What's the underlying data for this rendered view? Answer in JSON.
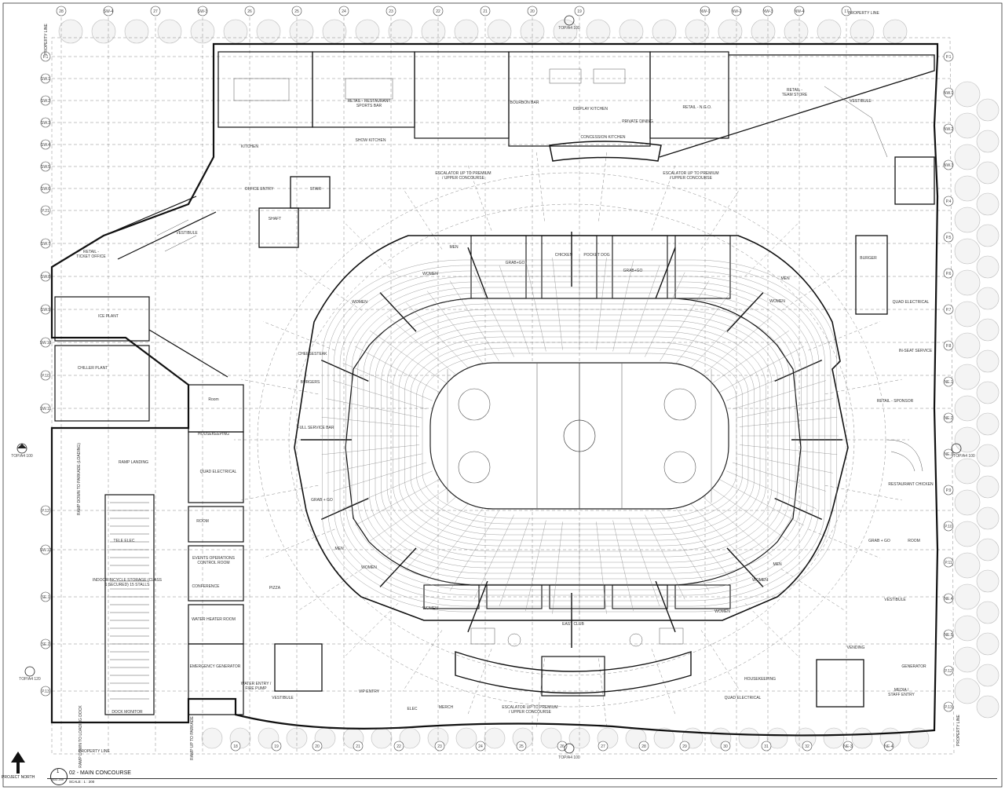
{
  "drawing": {
    "title": "02 - MAIN CONCOURSE",
    "sheet_ref": "1",
    "sheet_sub": "A02-200",
    "scale": "SCALE : 1 : 200",
    "north_label": "PROJECT NORTH",
    "property_line_top": "PROPERTY LINE",
    "property_line_bottom": "PROPERTY LINE",
    "property_line_left": "PROPERTY LINE",
    "property_line_right": "PROPERTY LINE"
  },
  "rooms": {
    "retail_restaurant": "RETAIL - RESTAURANT SPORTS BAR",
    "bourbon_bar": "BOURBON BAR",
    "display_kitchen": "DISPLAY KITCHEN",
    "private_dining": "PRIVATE DINING",
    "concession_kitchen": "CONCESSION KITCHEN",
    "retail_team_store": "RETAIL - TEAM STORE",
    "retail_ngo": "RETAIL - N.G.O.",
    "vestibule_ne": "VESTIBULE",
    "kitchen": "KITCHEN",
    "show_kitchen": "SHOW KITCHEN",
    "office_entry": "OFFICE ENTRY",
    "stair": "STAIR",
    "shaft": "SHAFT",
    "vestibule_nw": "VESTIBULE",
    "retail_ticket_office": "RETAIL - TICKET OFFICE",
    "ice_plant": "ICE PLANT",
    "chiller_plant": "CHILLER PLANT",
    "room": "Room",
    "housekeeping": "HOUSEKEEPING",
    "ramp_landing": "RAMP LANDING",
    "quad_electrical_w": "QUAD ELECTRICAL",
    "room_2": "ROOM",
    "events_operations": "EVENTS OPERATIONS CONTROL ROOM",
    "conference": "CONFERENCE",
    "water_heater": "WATER HEATER ROOM",
    "emergency_generator": "EMERGENCY GENERATOR",
    "indoor_bicycle": "INDOOR BICYCLE STORAGE (CLASS 1 SECURED) 15 STALLS",
    "dock_monitor": "DOCK MONITOR",
    "tel_elec": "TELE ELEC",
    "water_entry": "WATER ENTRY / FIRE PUMP",
    "vestibule_sw": "VESTIBULE",
    "vip_entry": "VIP ENTRY",
    "elec": "ELEC",
    "merch": "MERCH",
    "pizza": "PIZZA",
    "burgers": "BURGERS",
    "grab_go_w": "GRAB + GO",
    "full_service_bar": "FULL SERVICE BAR",
    "cheesesteak": "CHEESESTEAK",
    "chicken": "CHICKEN",
    "pocket_dog": "POCKET DOG",
    "grab_go_n1": "GRAB+GO",
    "grab_go_n2": "GRAB+GO",
    "men": "MEN",
    "women": "WOMEN",
    "east_club": "EAST CLUB",
    "quad_electrical_e": "QUAD ELECTRICAL",
    "in_seat_service": "IN-SEAT SERVICE",
    "retail_sponsor": "RETAIL - SPONSOR",
    "restaurant_chicken": "RESTAURANT CHICKEN",
    "grab_go_e": "GRAB + GO",
    "room_e": "ROOM",
    "vestibule_se": "VESTIBULE",
    "generator": "GENERATOR",
    "vending": "VENDING",
    "media_staff": "MEDIA / STAFF ENTRY",
    "quad_electrical_s": "QUAD ELECTRICAL",
    "housekeeping_s": "HOUSEKEEPING",
    "burger_e": "BURGER",
    "esc_n1": "ESCALATOR UP TO PREMIUM / UPPER CONCOURSE",
    "esc_n2": "ESCALATOR UP TO PREMIUM / UPPER CONCOURSE",
    "esc_s": "ESCALATOR UP TO PREMIUM / UPPER CONCOURSE",
    "ramp_w": "RAMP DOWN TO PARKADE (LOADING)",
    "ramp_sw": "RAMP DOWN TO LOADING DOCK",
    "ramp_s": "RAMP UP TO PARKADE"
  },
  "grid_top": [
    "28",
    "SW-4",
    "27",
    "SW-3",
    "26",
    "25",
    "24",
    "23",
    "22",
    "21",
    "20",
    "19",
    "NW-1",
    "NW-2",
    "NW-3",
    "NW-4",
    "17"
  ],
  "grid_left": [
    "P.1",
    "SW.1",
    "SW.2",
    "SW.3",
    "SW.4",
    "SW.5",
    "SW.6",
    "P.21",
    "SW.7",
    "SW.8",
    "SW.9",
    "SW.10",
    "P.10",
    "SW.11",
    "P.12",
    "SW.12",
    "SE.1",
    "SE.2",
    "P.13"
  ],
  "grid_right": [
    "P.1",
    "NW.1",
    "NW.2",
    "NW.3",
    "P.4",
    "P.5",
    "P.6",
    "P.7",
    "P.8",
    "NE.1",
    "NE.2",
    "NE.3",
    "P.9",
    "P.10",
    "P.11",
    "NE.4",
    "NE.5",
    "P.12",
    "P.13"
  ],
  "grid_bottom": [
    "18",
    "19",
    "20",
    "21",
    "22",
    "23",
    "24",
    "25",
    "26",
    "27",
    "28",
    "29",
    "30",
    "31",
    "32",
    "NE-3",
    "NE-4"
  ],
  "refs": {
    "n": "TOP/A4 100",
    "w": "TOP/A4 100",
    "e": "TOP/A4 100",
    "s": "TOP/A4 100",
    "sw": "TOP/A4 120"
  }
}
